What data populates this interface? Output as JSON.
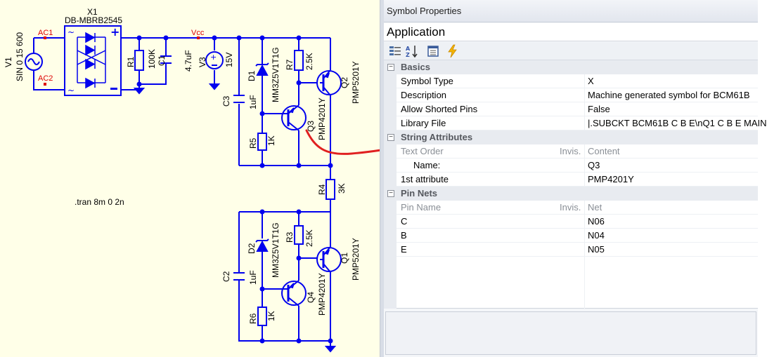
{
  "schematic": {
    "labels": {
      "x1_ref": "X1",
      "x1_part": "DB-MBRB2545",
      "v1_ref": "V1",
      "v1_value": "SIN 0 15 600",
      "ac1": "AC1",
      "ac2": "AC2",
      "vcc": "Vcc",
      "r1_ref": "R1",
      "r1_val": "100K",
      "c1_ref": "C1",
      "c1_val": "4.7uF",
      "v3_ref": "V3",
      "v3_val": "15V",
      "d1_ref": "D1",
      "d1_part": "MM3Z5V1T1G",
      "r7_ref": "R7",
      "r7_val": "2.5K",
      "q2_ref": "Q2",
      "q2_part": "PMP5201Y",
      "c3_ref": "C3",
      "c3_val": "1uF",
      "q3_ref": "Q3",
      "q3_part": "PMP4201Y",
      "r5_ref": "R5",
      "r5_val": "1K",
      "r4_ref": "R4",
      "r4_val": "3K",
      "tran": ".tran 8m 0 2n",
      "d2_ref": "D2",
      "d2_part": "MM3Z5V1T1G",
      "r3_ref": "R3",
      "r3_val": "2.5K",
      "q1_ref": "Q1",
      "q1_part": "PMP5201Y",
      "c2_ref": "C2",
      "c2_val": "1uF",
      "q4_ref": "Q4",
      "q4_part": "PMP4201Y",
      "r6_ref": "R6",
      "r6_val": "1K"
    },
    "colors": {
      "wire": "#0000ee",
      "net_label": "#dd0000",
      "annotation_arrow": "#e02020",
      "text": "#000000",
      "background": "#ffffe8"
    }
  },
  "panel": {
    "title": "Symbol Properties",
    "object_type": "Application",
    "toolbar": [
      {
        "icon": "categorized-icon"
      },
      {
        "icon": "sort-alphabetical-icon"
      },
      {
        "icon": "property-pages-icon"
      },
      {
        "icon": "events-lightning-icon"
      }
    ],
    "sections": {
      "basics": {
        "label": "Basics",
        "rows": [
          {
            "name": "Symbol Type",
            "value": "X"
          },
          {
            "name": "Description",
            "value": "Machine generated symbol for BCM61B"
          },
          {
            "name": "Allow Shorted Pins",
            "value": "False"
          },
          {
            "name": "Library File",
            "value": "|.SUBCKT BCM61B C B E\\nQ1 C B E MAIN"
          }
        ]
      },
      "string_attributes": {
        "label": "String Attributes",
        "header": {
          "name": "Text Order",
          "invis": "Invis.",
          "value": "Content"
        },
        "rows": [
          {
            "name": "Name:",
            "value": "Q3"
          },
          {
            "name": "1st attribute",
            "value": "PMP4201Y"
          }
        ]
      },
      "pin_nets": {
        "label": "Pin Nets",
        "header": {
          "name": "Pin Name",
          "invis": "Invis.",
          "value": "Net"
        },
        "rows": [
          {
            "name": "C",
            "value": "N06"
          },
          {
            "name": "B",
            "value": "N04"
          },
          {
            "name": "E",
            "value": "N05"
          }
        ]
      }
    }
  }
}
